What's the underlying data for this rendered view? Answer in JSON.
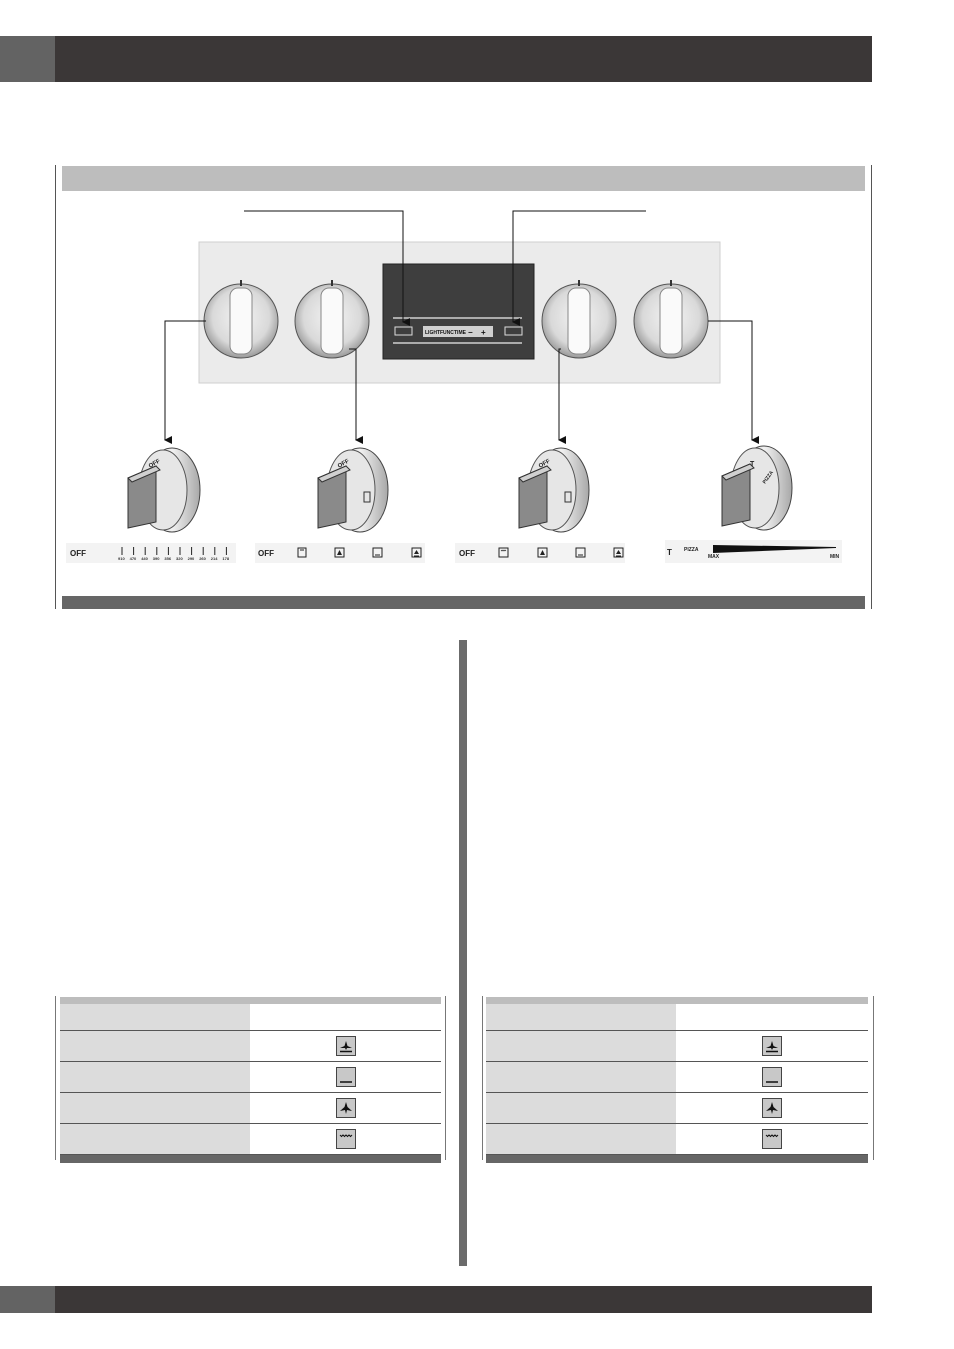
{
  "header": {
    "title": ""
  },
  "footer": {
    "page_number": ""
  },
  "control_panel": {
    "display_labels": {
      "light": "LIGHT",
      "func": "FUNC",
      "time": "TIME",
      "minus": "−",
      "plus": "+"
    },
    "scales": [
      {
        "off": "OFF",
        "temps": [
          "910",
          "470",
          "440",
          "390",
          "356",
          "320",
          "290",
          "260",
          "214",
          "178"
        ]
      },
      {
        "off": "OFF"
      },
      {
        "off": "OFF"
      },
      {
        "t": "T",
        "pizza": "PIZZA",
        "max": "MAX",
        "min": "MIN"
      }
    ],
    "knob_labels": {
      "off": "OFF",
      "t": "T",
      "pizza": "PIZZA"
    }
  },
  "tables": [
    {
      "rows": [
        "fan-bottom-heat-icon",
        "bottom-heat-icon",
        "fan-icon",
        "grill-icon"
      ]
    },
    {
      "rows": [
        "fan-bottom-heat-icon",
        "bottom-heat-icon",
        "fan-icon",
        "grill-icon"
      ]
    }
  ]
}
